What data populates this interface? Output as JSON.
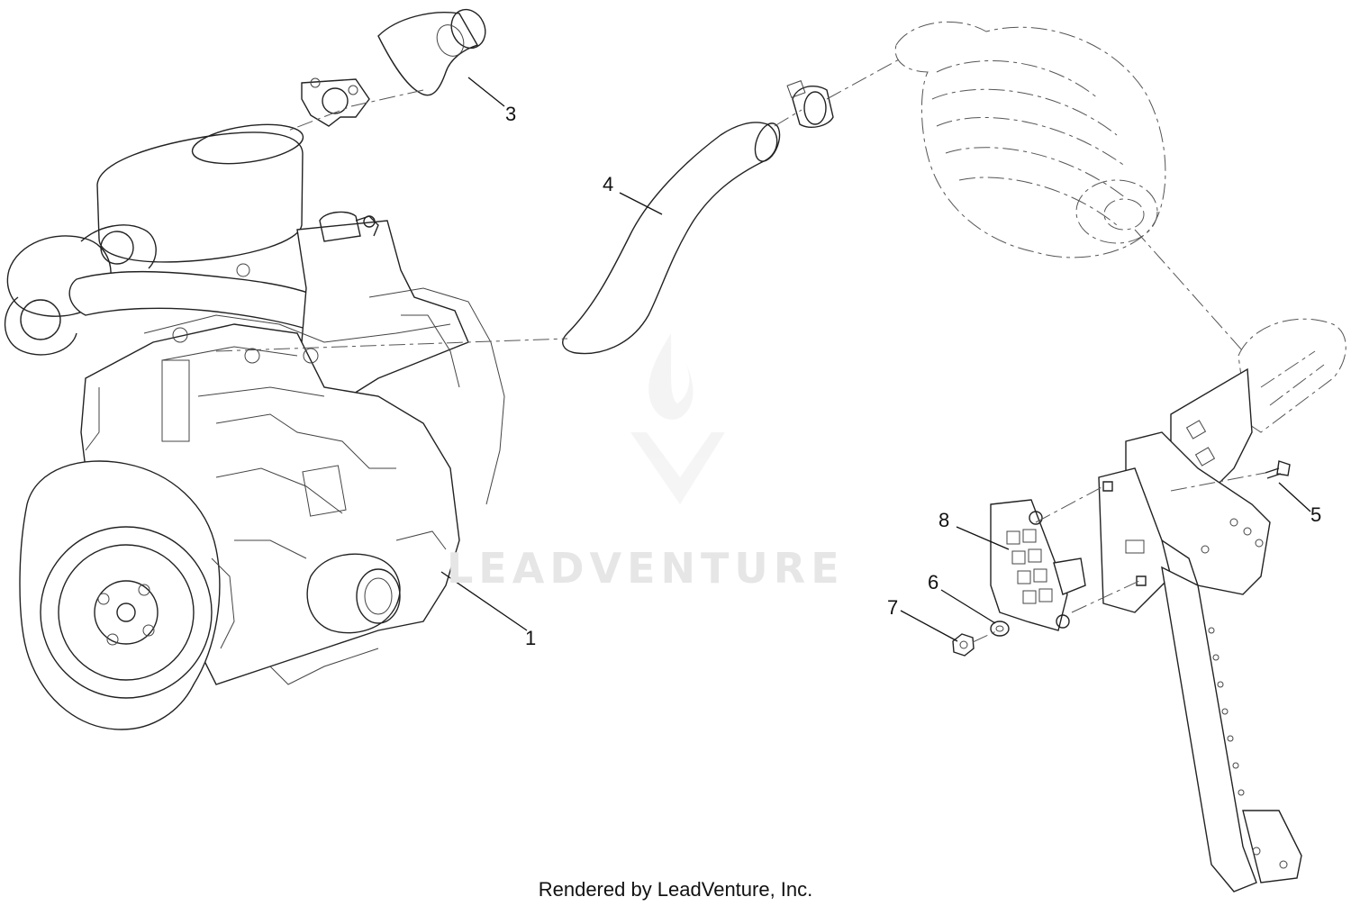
{
  "diagram": {
    "callouts": [
      {
        "id": "1",
        "label": "1"
      },
      {
        "id": "3",
        "label": "3"
      },
      {
        "id": "4",
        "label": "4"
      },
      {
        "id": "5",
        "label": "5"
      },
      {
        "id": "6",
        "label": "6"
      },
      {
        "id": "7",
        "label": "7"
      },
      {
        "id": "8",
        "label": "8"
      }
    ]
  },
  "watermark": {
    "text": "LEADVENTURE"
  },
  "footer": {
    "text": "Rendered by LeadVenture, Inc."
  }
}
